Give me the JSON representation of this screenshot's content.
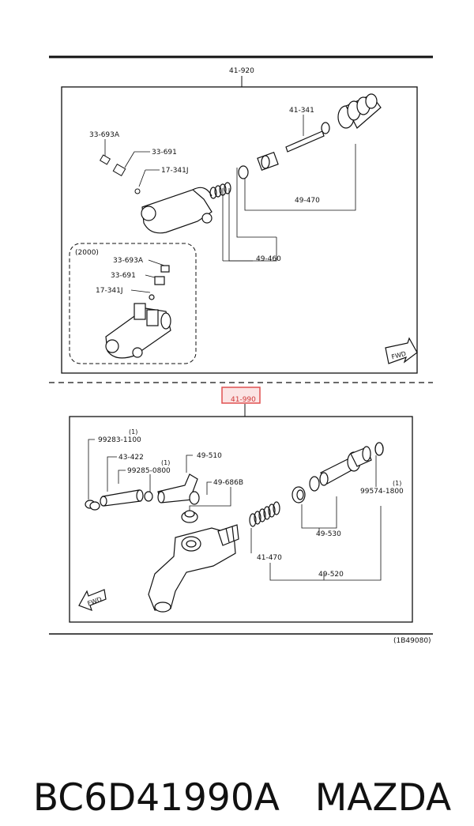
{
  "upper": {
    "assembly_label": "41-920",
    "labels": {
      "p33693a": "33-693A",
      "p33691": "33-691",
      "p17341j": "17-341J",
      "p41341": "41-341",
      "p49470": "49-470",
      "p49460": "49-460"
    },
    "variant": {
      "year_label": "(2000)",
      "p33693a": "33-693A",
      "p33691": "33-691",
      "p17341j": "17-341J"
    },
    "fwd": "FWD"
  },
  "lower": {
    "assembly_label": "41-990",
    "labels": {
      "p99283": "99283-1100",
      "p99283_note": "(1)",
      "p43422": "43-422",
      "p99285": "99285-0800",
      "p99285_note": "(1)",
      "p49510": "49-510",
      "p49686b": "49-686B",
      "p99574": "99574-1800",
      "p99574_note": "(1)",
      "p49530": "49-530",
      "p41470": "41-470",
      "p49520": "49-520"
    },
    "fwd": "FWD"
  },
  "diagram_code": "(1B49080)",
  "caption": {
    "part_number": "BC6D41990A",
    "brand": "MAZDA"
  },
  "highlight_color": "#e05050"
}
